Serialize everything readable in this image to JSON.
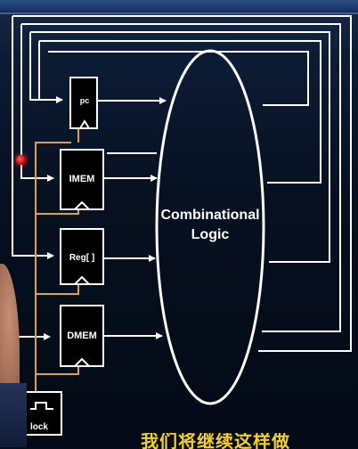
{
  "diagram": {
    "blocks": {
      "pc": "pc",
      "imem": "IMEM",
      "reg": "Reg[ ]",
      "dmem": "DMEM",
      "clock": "lock"
    },
    "logic_line1": "Combinational",
    "logic_line2": "Logic"
  },
  "caption": "我们将继续这样做",
  "colors": {
    "wire": "#ffffff",
    "clock_wire": "#e0a23a",
    "background": "#06101f",
    "caption": "#f2cf2c",
    "laser_dot": "#ff2a2a"
  }
}
